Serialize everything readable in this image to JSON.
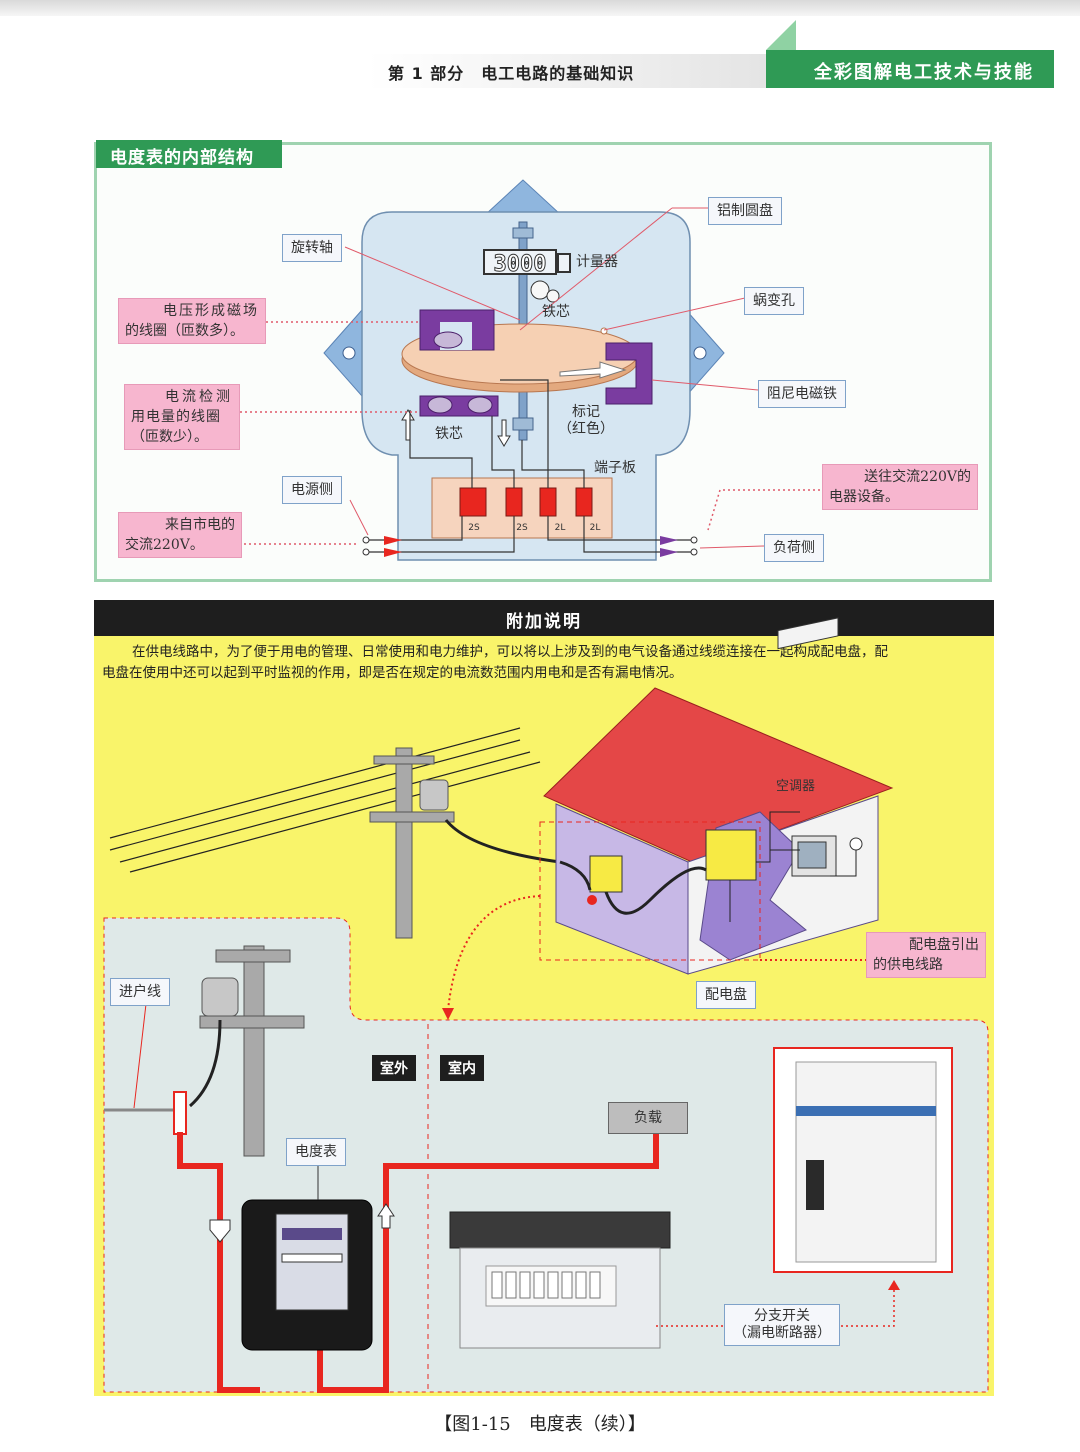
{
  "header": {
    "section": "第 1 部分　电工电路的基础知识",
    "book_title": "全彩图解电工技术与技能"
  },
  "meter_structure": {
    "title": "电度表的内部结构",
    "counter_display": "3000",
    "labels": {
      "shaft": "旋转轴",
      "aluminum_disc": "铝制圆盘",
      "register": "计量器",
      "core_upper": "铁芯",
      "core_lower": "铁芯",
      "worm_hole": "蜗变孔",
      "voltage_coil": [
        "电压形成磁场",
        "的线圈（匝数多）。"
      ],
      "current_coil": [
        "电流检测",
        "用电量的线圈",
        "（匝数少）。"
      ],
      "brake_magnet": "阻尼电磁铁",
      "mark": [
        "标记",
        "（红色）"
      ],
      "terminal_block": "端子板",
      "source_side": "电源侧",
      "from_mains": [
        "来自市电的",
        "交流220V。"
      ],
      "to_load": [
        "送往交流220V的",
        "电器设备。"
      ],
      "load_side": "负荷侧"
    },
    "terminals": [
      "2S",
      "2S",
      "2L",
      "2L"
    ]
  },
  "additional_note": {
    "title": "附加说明",
    "paragraph": [
      "在供电线路中，为了便于用电的管理、日常使用和电力维护，可以将以上涉及到的电气设备通过线缆连接在一起构成配电盘，配",
      "电盘在使用中还可以起到平时监视的作用，即是否在规定的电流数范围内用电和是否有漏电情况。"
    ],
    "labels": {
      "air_conditioner": "空调器",
      "distribution_lines": [
        "配电盘引出",
        "的供电线路"
      ],
      "distribution_board": "配电盘",
      "service_line": "进户线",
      "outdoor": "室外",
      "indoor": "室内",
      "meter": "电度表",
      "load": "负载",
      "branch_switch": [
        "分支开关",
        "（漏电断路器）"
      ]
    }
  },
  "caption": "【图1-15　电度表（续）】",
  "colors": {
    "accent_green": "#2f9a55",
    "note_yellow": "#f9f46a",
    "label_pink": "#f7b6cf",
    "wire_red": "#e8261f"
  }
}
